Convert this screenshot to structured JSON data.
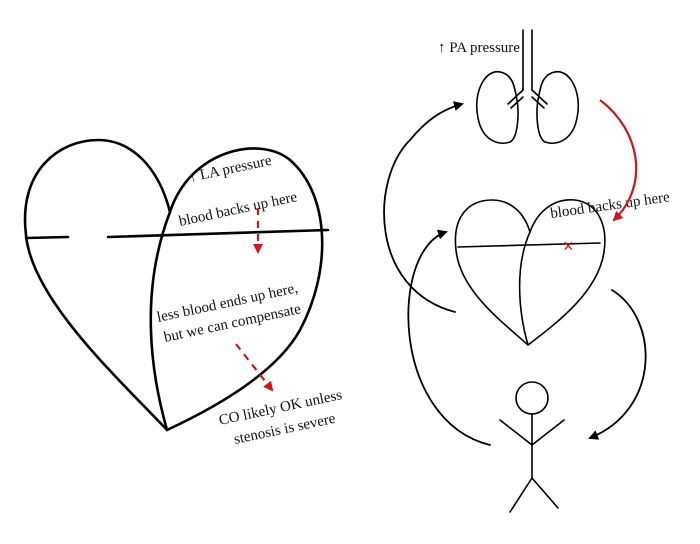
{
  "colors": {
    "ink": "#000000",
    "text": "#111111",
    "accent_red": "#d0141c",
    "background": "#ffffff"
  },
  "left_heart": {
    "label_la_pressure": "↑ LA pressure",
    "label_blood_backs": "blood backs up here",
    "label_less_blood_line1": "less blood ends up here,",
    "label_less_blood_line2": "but we can compensate",
    "label_co_line1": "CO likely OK unless",
    "label_co_line2": "stenosis is severe"
  },
  "right_diagram": {
    "label_pa_pressure": "↑ PA pressure",
    "label_blood_backs": "blood backs up here",
    "stenosis_marker": "×"
  }
}
